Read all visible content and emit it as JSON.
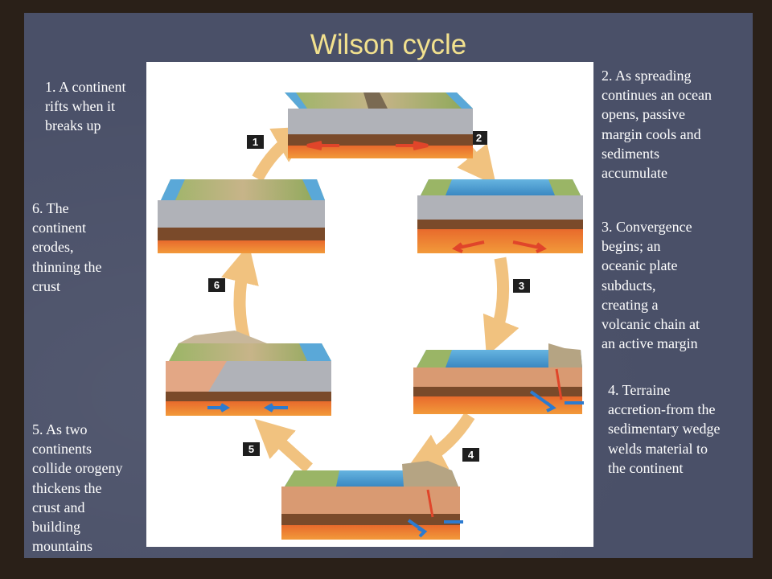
{
  "slide": {
    "title": "Wilson cycle",
    "colors": {
      "background": "#4a5068",
      "title": "#f2e18e",
      "caption_text": "#ffffff",
      "cycle_arrow": "#f1c27f",
      "ocean": "#4a9ccf",
      "land": "#8fae5c",
      "crust": "#7a4a2a",
      "mantle": "#e2572a",
      "spreading_arrow": "#e0452a",
      "convergence_arrow": "#2c7bd0"
    },
    "captions": {
      "step1": "1. A continent\nrifts when it\nbreaks up",
      "step2": "2. As spreading\ncontinues an ocean\nopens, passive\nmargin cools and\nsediments\naccumulate",
      "step3": "3. Convergence\nbegins; an\noceanic plate\nsubducts,\ncreating a\nvolcanic chain at\nan active margin",
      "step4": "4. Terraine\naccretion-from the\nsedimentary wedge\nwelds material to\nthe continent",
      "step5": "5. As two\ncontinents\ncollide orogeny\nthickens the\ncrust and\nbuilding\nmountains",
      "step6": "6. The\ncontinent\nerodes,\nthinning the\ncrust"
    },
    "figure": {
      "badges": [
        "1",
        "2",
        "3",
        "4",
        "5",
        "6"
      ],
      "stages": [
        {
          "icon": "rift-block-icon",
          "arrows": "diverging"
        },
        {
          "icon": "ocean-opening-block-icon",
          "arrows": "diverging"
        },
        {
          "icon": "subduction-block-icon",
          "arrows": "converging"
        },
        {
          "icon": "accretion-block-icon",
          "arrows": "converging"
        },
        {
          "icon": "collision-block-icon",
          "arrows": "converging"
        },
        {
          "icon": "eroded-continent-block-icon",
          "arrows": "none"
        }
      ]
    }
  }
}
